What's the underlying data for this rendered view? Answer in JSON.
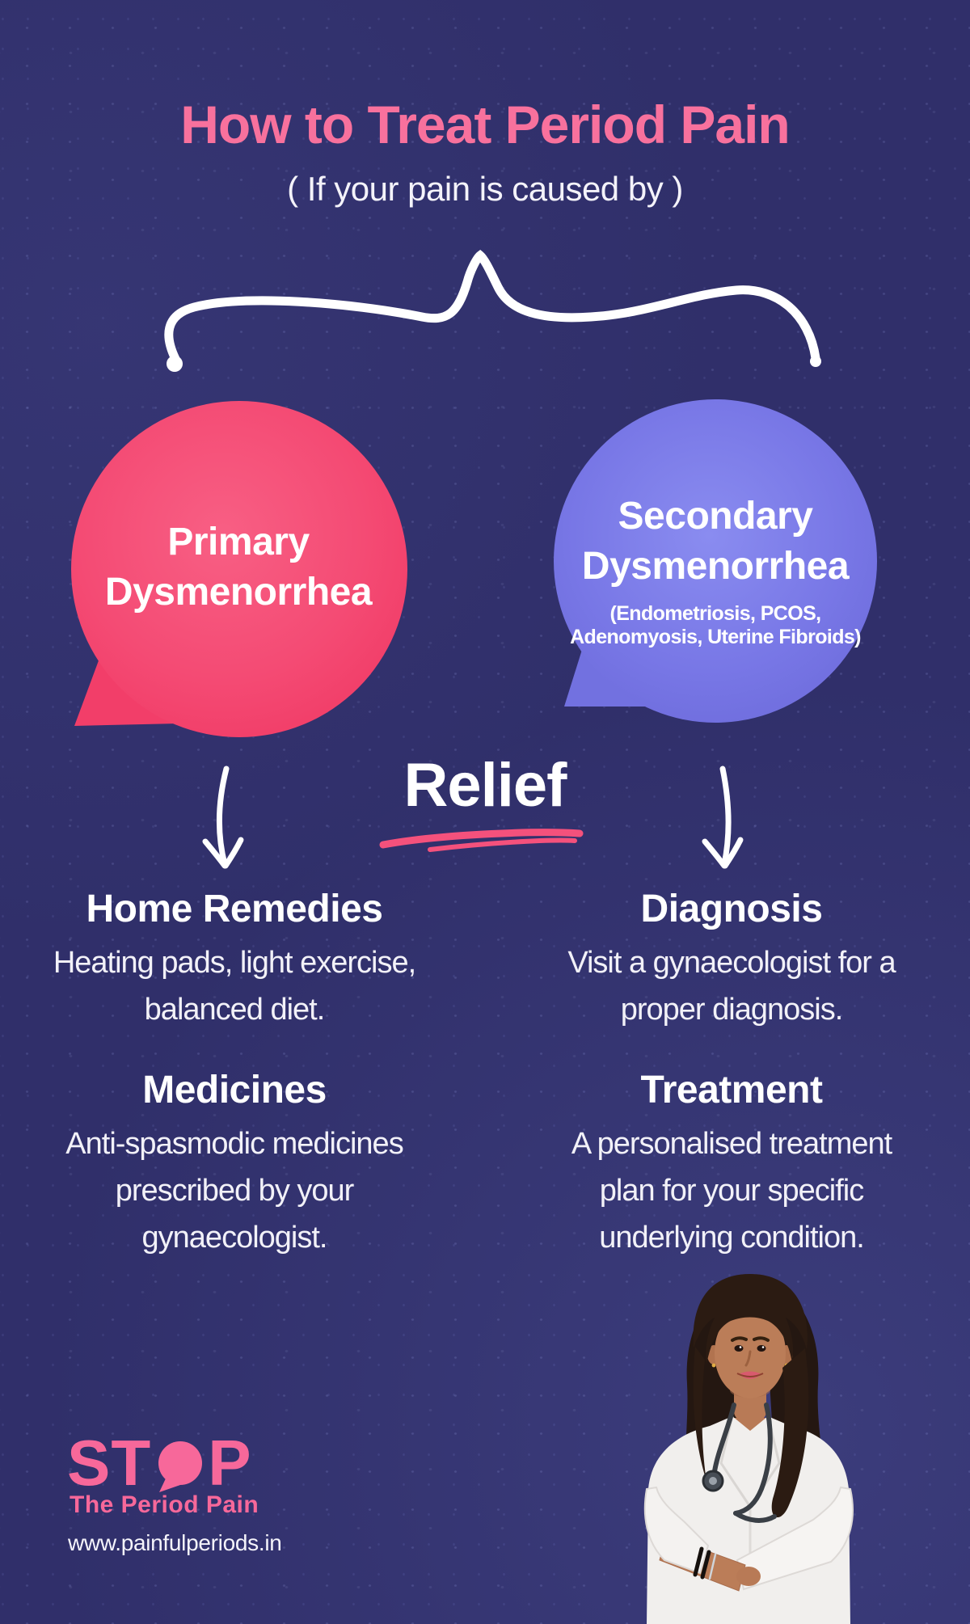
{
  "header": {
    "title": "How to Treat Period Pain",
    "subtitle": "( If your pain is caused by )"
  },
  "bubbles": {
    "primary": {
      "title_line1": "Primary",
      "title_line2": "Dysmenorrhea",
      "color": "#f43e6c"
    },
    "secondary": {
      "title_line1": "Secondary",
      "title_line2": "Dysmenorrhea",
      "subtitle_line1": "(Endometriosis, PCOS,",
      "subtitle_line2": "Adenomyosis, Uterine Fibroids)",
      "color": "#7473e3"
    }
  },
  "relief": {
    "label": "Relief",
    "underline_color": "#f4517c"
  },
  "columns": {
    "left": {
      "section1": {
        "heading": "Home Remedies",
        "line1": "Heating pads, light exercise,",
        "line2": "balanced diet."
      },
      "section2": {
        "heading": "Medicines",
        "line1": "Anti-spasmodic medicines",
        "line2": "prescribed by your",
        "line3": "gynaecologist."
      }
    },
    "right": {
      "section1": {
        "heading": "Diagnosis",
        "line1": "Visit a gynaecologist for a",
        "line2": "proper diagnosis."
      },
      "section2": {
        "heading": "Treatment",
        "line1": "A personalised treatment",
        "line2": "plan for your specific",
        "line3": "underlying condition."
      }
    }
  },
  "footer": {
    "logo_part1": "ST",
    "logo_part2": "P",
    "tagline": "The Period Pain",
    "website": "www.painfulperiods.in"
  },
  "colors": {
    "background": "#302f6a",
    "accent_pink": "#f8719d",
    "bubble_pink": "#f43e6c",
    "bubble_blue": "#7473e3",
    "text_white": "#ffffff"
  }
}
